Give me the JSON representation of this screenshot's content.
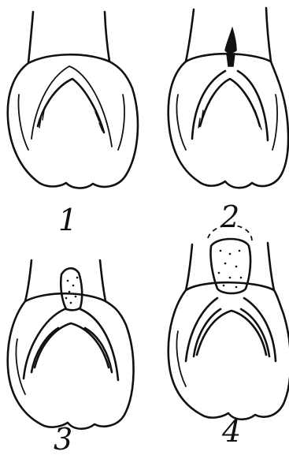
{
  "panels": [
    {
      "id": "1",
      "label": "1"
    },
    {
      "id": "2",
      "label": "2"
    },
    {
      "id": "3",
      "label": "3"
    },
    {
      "id": "4",
      "label": "4"
    }
  ],
  "colors": {
    "ink": "#111111",
    "background": "#ffffff"
  }
}
